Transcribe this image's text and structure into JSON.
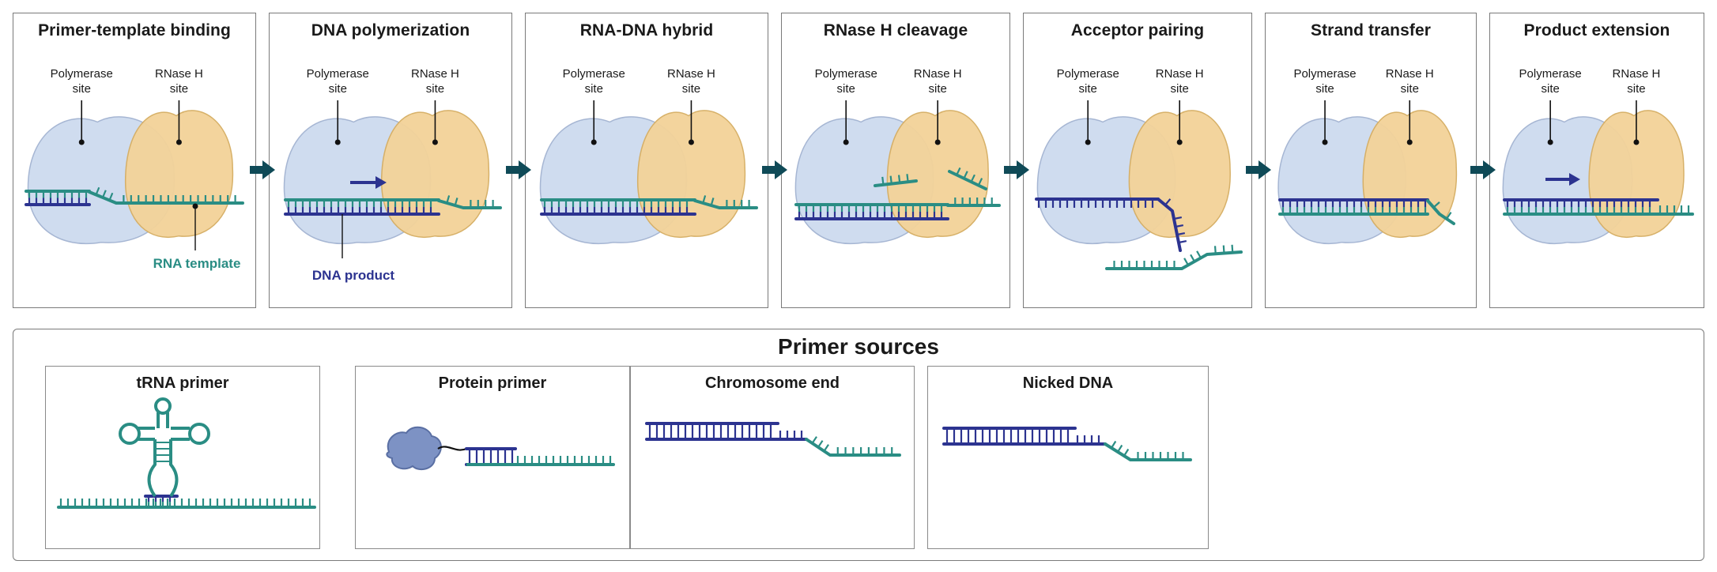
{
  "colors": {
    "polymerase": "#cfdcef",
    "rnaseh": "#f3d39a",
    "rna": "#2a8d84",
    "dna": "#2c3390",
    "arrow": "#0f4a57",
    "protein": "#7d92c4"
  },
  "steps": [
    {
      "title": "Primer-template binding",
      "pol_label": "Polymerase\nsite",
      "rh_label": "RNase H\nsite",
      "callout": "RNA template"
    },
    {
      "title": "DNA polymerization",
      "pol_label": "Polymerase\nsite",
      "rh_label": "RNase H\nsite",
      "callout": "DNA product"
    },
    {
      "title": "RNA-DNA hybrid",
      "pol_label": "Polymerase\nsite",
      "rh_label": "RNase H\nsite"
    },
    {
      "title": "RNase H cleavage",
      "pol_label": "Polymerase\nsite",
      "rh_label": "RNase H\nsite"
    },
    {
      "title": "Acceptor pairing",
      "pol_label": "Polymerase\nsite",
      "rh_label": "RNase H\nsite"
    },
    {
      "title": "Strand transfer",
      "pol_label": "Polymerase\nsite",
      "rh_label": "RNase H\nsite"
    },
    {
      "title": "Product extension",
      "pol_label": "Polymerase\nsite",
      "rh_label": "RNase H\nsite"
    }
  ],
  "primer_sources": {
    "title": "Primer sources",
    "items": [
      {
        "title": "tRNA primer"
      },
      {
        "title": "Protein primer"
      },
      {
        "title": "Chromosome end"
      },
      {
        "title": "Nicked DNA"
      }
    ]
  }
}
